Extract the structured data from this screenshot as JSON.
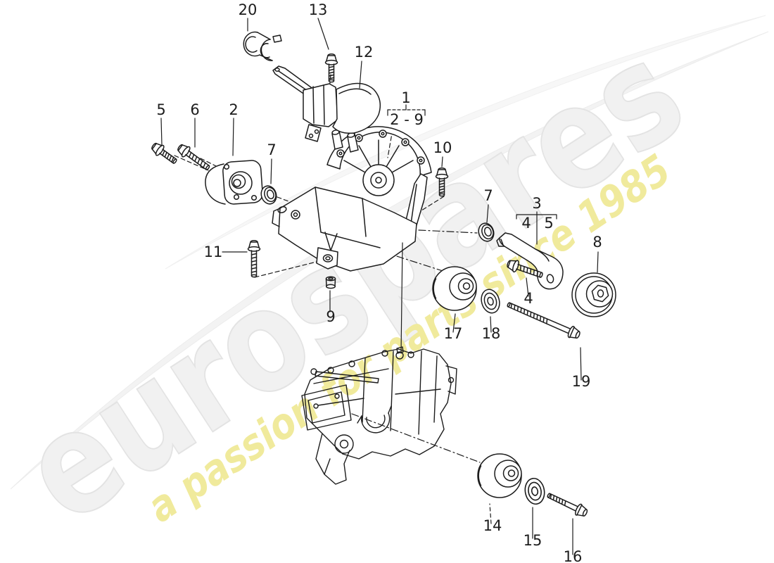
{
  "watermark": {
    "brand": "eurospares",
    "tagline": "a passion for parts since 1985",
    "brand_color": "#f1f1f1",
    "tagline_color": "#f0ea9c"
  },
  "diagram": {
    "ink_color": "#1c1c1c",
    "labels": [
      {
        "ref": "20",
        "text": "20"
      },
      {
        "ref": "13",
        "text": "13"
      },
      {
        "ref": "12",
        "text": "12"
      },
      {
        "ref": "5",
        "text": "5"
      },
      {
        "ref": "6",
        "text": "6"
      },
      {
        "ref": "2",
        "text": "2"
      },
      {
        "ref": "7",
        "text": "7"
      },
      {
        "ref": "1",
        "text": "1"
      },
      {
        "ref": "2-9",
        "text": "2 - 9"
      },
      {
        "ref": "10",
        "text": "10"
      },
      {
        "ref": "11",
        "text": "11"
      },
      {
        "ref": "9",
        "text": "9"
      },
      {
        "ref": "7b",
        "text": "7"
      },
      {
        "ref": "3",
        "text": "3"
      },
      {
        "ref": "4",
        "text": "4"
      },
      {
        "ref": "5b",
        "text": "5"
      },
      {
        "ref": "4b",
        "text": "4"
      },
      {
        "ref": "8",
        "text": "8"
      },
      {
        "ref": "17",
        "text": "17"
      },
      {
        "ref": "18",
        "text": "18"
      },
      {
        "ref": "19",
        "text": "19"
      },
      {
        "ref": "14",
        "text": "14"
      },
      {
        "ref": "15",
        "text": "15"
      },
      {
        "ref": "16",
        "text": "16"
      }
    ]
  }
}
